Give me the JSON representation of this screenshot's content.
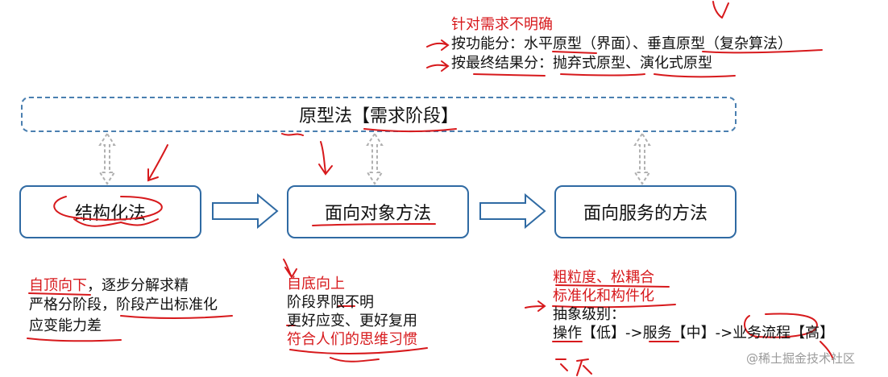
{
  "top_notes": {
    "note1": "针对需求不明确",
    "note2": "按功能分：水平原型（界面）、垂直原型（复杂算法）",
    "note3": "按最终结果分：抛弃式原型、演化式原型"
  },
  "prototype_bar": {
    "label": "原型法【需求阶段】"
  },
  "methods": [
    {
      "label": "结构化法"
    },
    {
      "label": "面向对象方法"
    },
    {
      "label": "面向服务的方法"
    }
  ],
  "structured_notes": {
    "line1_red": "自顶向下",
    "line1_rest": "，逐步分解求精",
    "line2": "严格分阶段，阶段产出标准化",
    "line3": "应变能力差"
  },
  "oo_notes": {
    "line1": "自底向上",
    "line2": "阶段界限不明",
    "line3": "更好应变、更好复用",
    "line4": "符合人们的思维习惯"
  },
  "soa_notes": {
    "line1": "粗粒度、松耦合",
    "line2": "标准化和构件化",
    "line3": "抽象级别：",
    "line4": "操作【低】->服务【中】->业务流程【高】"
  },
  "watermark": "@稀土掘金技术社区",
  "colors": {
    "annotation_red": "#d7191c",
    "box_border": "#2f6aa3",
    "arrow_gray": "#b0b0b0"
  }
}
